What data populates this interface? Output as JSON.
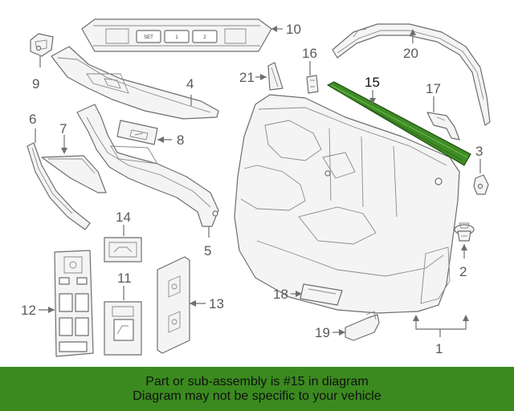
{
  "callouts": {
    "c1": "1",
    "c2": "2",
    "c3": "3",
    "c4": "4",
    "c5": "5",
    "c6": "6",
    "c7": "7",
    "c8": "8",
    "c9": "9",
    "c10": "10",
    "c11": "11",
    "c12": "12",
    "c13": "13",
    "c14": "14",
    "c15": "15",
    "c16": "16",
    "c17": "17",
    "c18": "18",
    "c19": "19",
    "c20": "20",
    "c21": "21"
  },
  "switch_panel_labels": {
    "set": "SET",
    "one": "1",
    "two": "2"
  },
  "highlight": {
    "part": "15",
    "color": "#3f8b25"
  },
  "banner": {
    "line1": "Part or sub-assembly is #15 in diagram",
    "line2": "Diagram may not be specific to your vehicle",
    "color": "#3b8a1f"
  }
}
